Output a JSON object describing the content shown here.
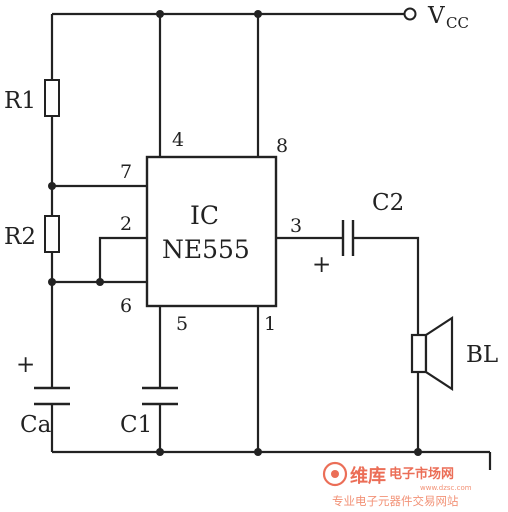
{
  "supply": {
    "label_main": "V",
    "label_sub": "CC"
  },
  "ic": {
    "line1": "IC",
    "line2": "NE555"
  },
  "pins": {
    "p1": "1",
    "p2": "2",
    "p3": "3",
    "p4": "4",
    "p5": "5",
    "p6": "6",
    "p7": "7",
    "p8": "8"
  },
  "components": {
    "r1": "R1",
    "r2": "R2",
    "ca": "Ca",
    "c1": "C1",
    "c2": "C2",
    "bl": "BL",
    "plus": "+"
  },
  "watermark": {
    "brand": "维库",
    "brand2": "电子市场网",
    "url": "www.dzsc.com",
    "slogan": "专业电子元器件交易网站",
    "colors": {
      "brand": "#e8553a",
      "text": "#f08060"
    }
  },
  "colors": {
    "line": "#222222",
    "background": "#ffffff"
  }
}
